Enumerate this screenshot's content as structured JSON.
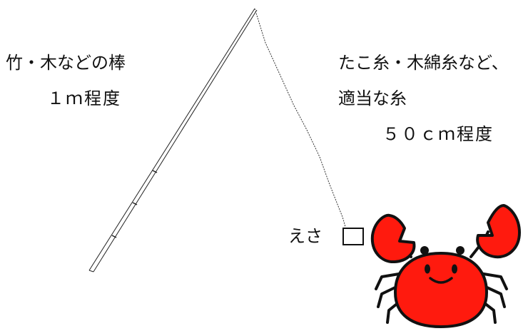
{
  "labels": {
    "rod": "竹・木などの棒",
    "rod_length": "１ｍ程度",
    "line": "たこ糸・木綿糸など、",
    "line_type": "適当な糸",
    "line_length": "５０ｃｍ程度",
    "bait": "えさ"
  },
  "colors": {
    "crab_red": "#ff1a0e",
    "outline": "#111111",
    "background": "#ffffff"
  },
  "icons": {
    "crab": "crab-illustration",
    "bait": "bait-square"
  }
}
